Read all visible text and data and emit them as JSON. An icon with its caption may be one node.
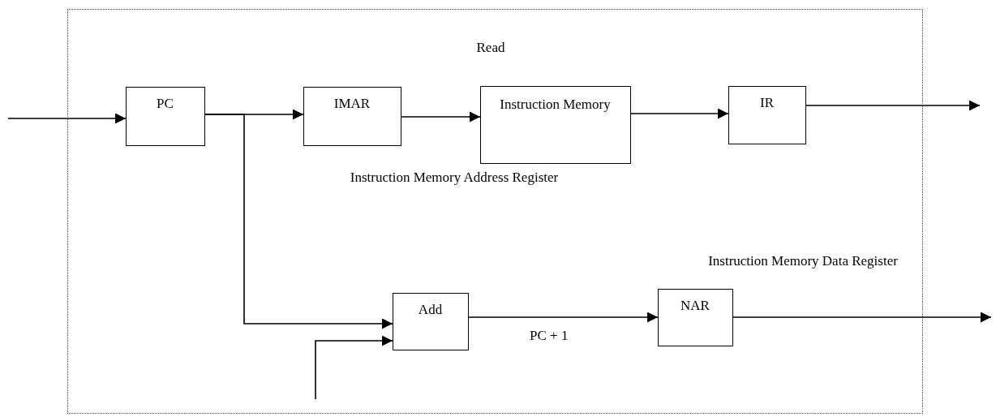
{
  "diagram": {
    "nodes": [
      {
        "text": [],
        "shape": "box"
      },
      {
        "text": [
          "PC"
        ],
        "in": 0
      },
      {
        "text": [
          "IMAR"
        ],
        "in": 0
      },
      {
        "text": [
          "Instruction Memory"
        ],
        "in": 0
      },
      {
        "text": [
          "IR"
        ],
        "in": 0
      },
      {
        "text": [
          "Add"
        ],
        "in": 0
      },
      {
        "text": [
          "NAR"
        ],
        "in": 0
      }
    ],
    "edges": [
      {
        "from": null,
        "to": 1,
        "arrow": "to"
      },
      {
        "from": 1,
        "to": 2,
        "arrow": "to"
      },
      {
        "from": 1,
        "to": 5,
        "arrow": "to"
      },
      {
        "from": 2,
        "to": 3,
        "arrow": "to"
      },
      {
        "from": 3,
        "to": 4,
        "arrow": "to"
      },
      {
        "from": 4,
        "to": null,
        "arrow": "to"
      },
      {
        "from": null,
        "to": 5,
        "arrow": "to"
      },
      {
        "from": 5,
        "to": 6,
        "arrow": "to",
        "label": "PC + 1"
      },
      {
        "from": 6,
        "to": null,
        "arrow": "to"
      }
    ],
    "labels": [
      "Read",
      "Instruction Memory Address Register",
      "Instruction Memory Data Register"
    ]
  }
}
